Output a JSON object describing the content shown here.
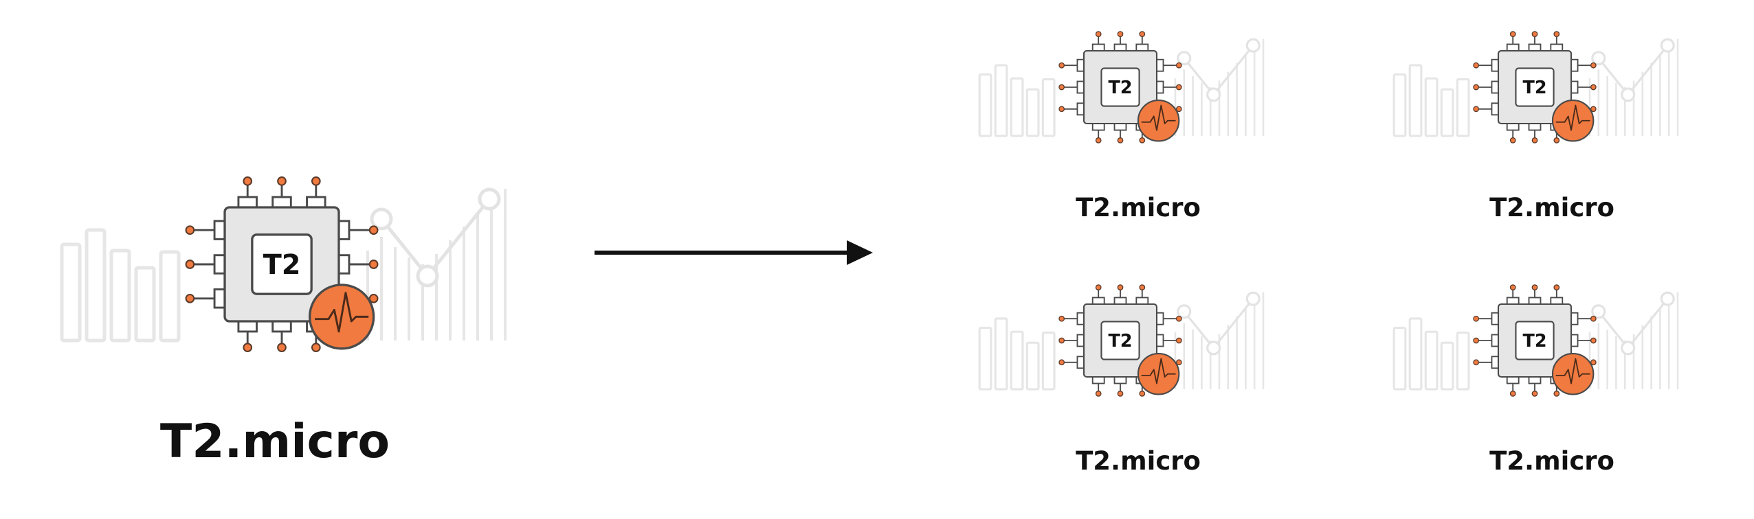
{
  "diagram": {
    "source": {
      "chip_text": "T2",
      "label": "T2.micro"
    },
    "targets": [
      {
        "chip_text": "T2",
        "label": "T2.micro"
      },
      {
        "chip_text": "T2",
        "label": "T2.micro"
      },
      {
        "chip_text": "T2",
        "label": "T2.micro"
      },
      {
        "chip_text": "T2",
        "label": "T2.micro"
      }
    ],
    "colors": {
      "accent": "#f07a3f",
      "chip_fill": "#e6e6e6",
      "outline": "#4a4a4a",
      "background_chart": "#e8e8e8",
      "arrow": "#111111"
    }
  }
}
